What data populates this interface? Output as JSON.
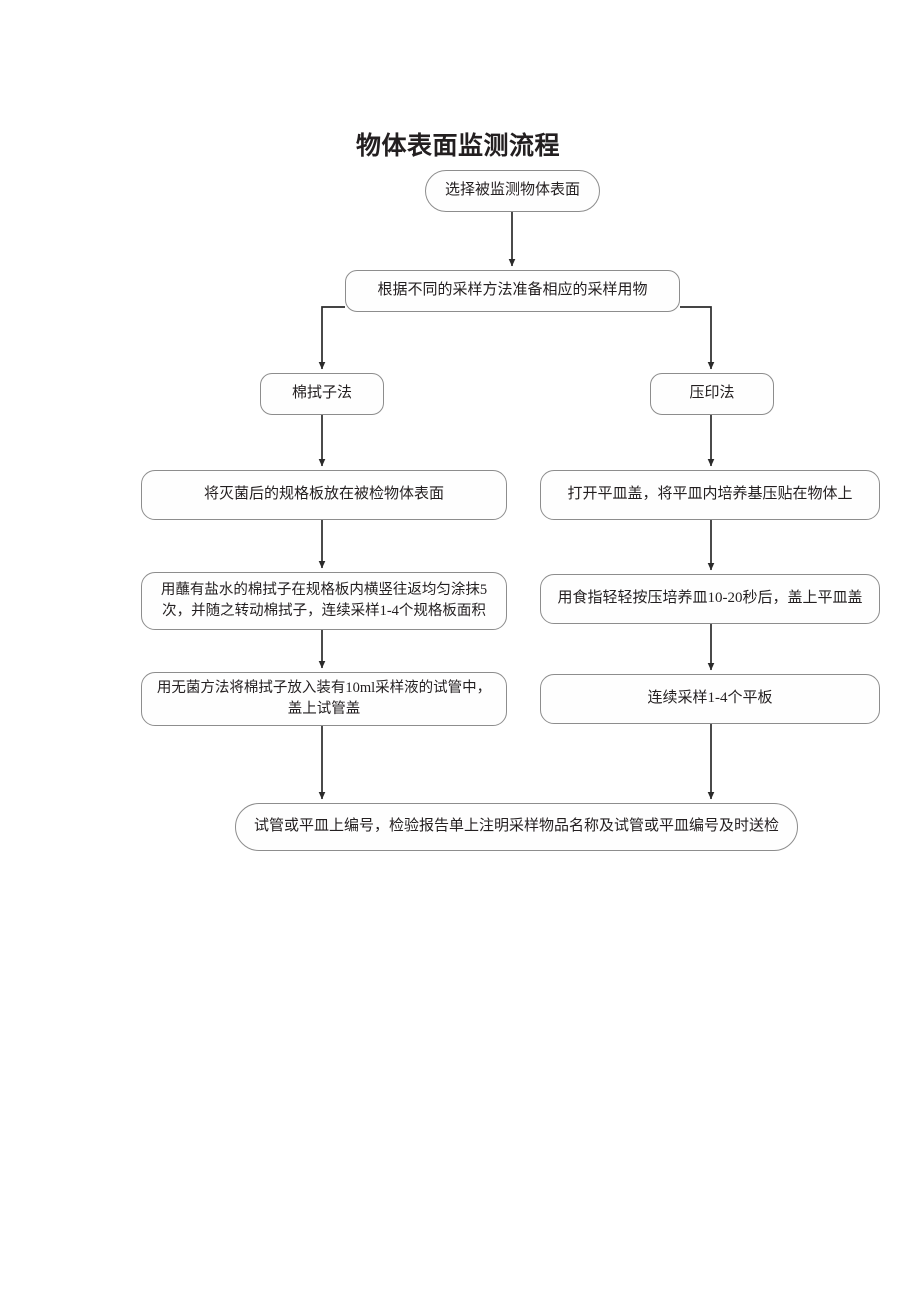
{
  "page": {
    "title": "物体表面监测流程",
    "background_color": "#ffffff",
    "text_color": "#231f20",
    "node_border_color": "#8d8d8d",
    "node_fill_color": "#fefefe",
    "connector_color": "#2b2b2b"
  },
  "chart_data": {
    "type": "diagram",
    "diagram_type": "flowchart",
    "title": "物体表面监测流程",
    "orientation": "top-to-bottom",
    "nodes": [
      {
        "id": "start",
        "label": "选择被监测物体表面",
        "shape": "stadium"
      },
      {
        "id": "prep",
        "label": "根据不同的采样方法准备相应的采样用物",
        "shape": "rounded-rect"
      },
      {
        "id": "left",
        "label": "棉拭子法",
        "shape": "rounded-rect"
      },
      {
        "id": "right",
        "label": "压印法",
        "shape": "rounded-rect"
      },
      {
        "id": "l1",
        "label": "将灭菌后的规格板放在被检物体表面",
        "shape": "rounded-rect"
      },
      {
        "id": "l2",
        "label": "用蘸有盐水的棉拭子在规格板内横竖往返均匀涂抹5\n次，并随之转动棉拭子，连续采样1-4个规格板面积",
        "shape": "rounded-rect"
      },
      {
        "id": "l3",
        "label": "用无菌方法将棉拭子放入装有10ml采样液的试管中，\n盖上试管盖",
        "shape": "rounded-rect"
      },
      {
        "id": "r1",
        "label": "打开平皿盖，将平皿内培养基压贴在物体上",
        "shape": "rounded-rect"
      },
      {
        "id": "r2",
        "label": "用食指轻轻按压培养皿10-20秒后，盖上平皿盖",
        "shape": "rounded-rect"
      },
      {
        "id": "r3",
        "label": "连续采样1-4个平板",
        "shape": "rounded-rect"
      },
      {
        "id": "end",
        "label": "试管或平皿上编号，检验报告单上注明采样物品名称及试管或平皿编号及时送检",
        "shape": "stadium"
      }
    ],
    "edges": [
      {
        "from": "start",
        "to": "prep",
        "style": "straight-arrow"
      },
      {
        "from": "prep",
        "to": "left",
        "style": "elbow-arrow"
      },
      {
        "from": "prep",
        "to": "right",
        "style": "elbow-arrow"
      },
      {
        "from": "left",
        "to": "l1",
        "style": "straight-arrow"
      },
      {
        "from": "l1",
        "to": "l2",
        "style": "straight-arrow"
      },
      {
        "from": "l2",
        "to": "l3",
        "style": "straight-arrow"
      },
      {
        "from": "l3",
        "to": "end",
        "style": "straight-arrow"
      },
      {
        "from": "right",
        "to": "r1",
        "style": "straight-arrow"
      },
      {
        "from": "r1",
        "to": "r2",
        "style": "straight-arrow"
      },
      {
        "from": "r2",
        "to": "r3",
        "style": "straight-arrow"
      },
      {
        "from": "r3",
        "to": "end",
        "style": "straight-arrow"
      }
    ]
  }
}
